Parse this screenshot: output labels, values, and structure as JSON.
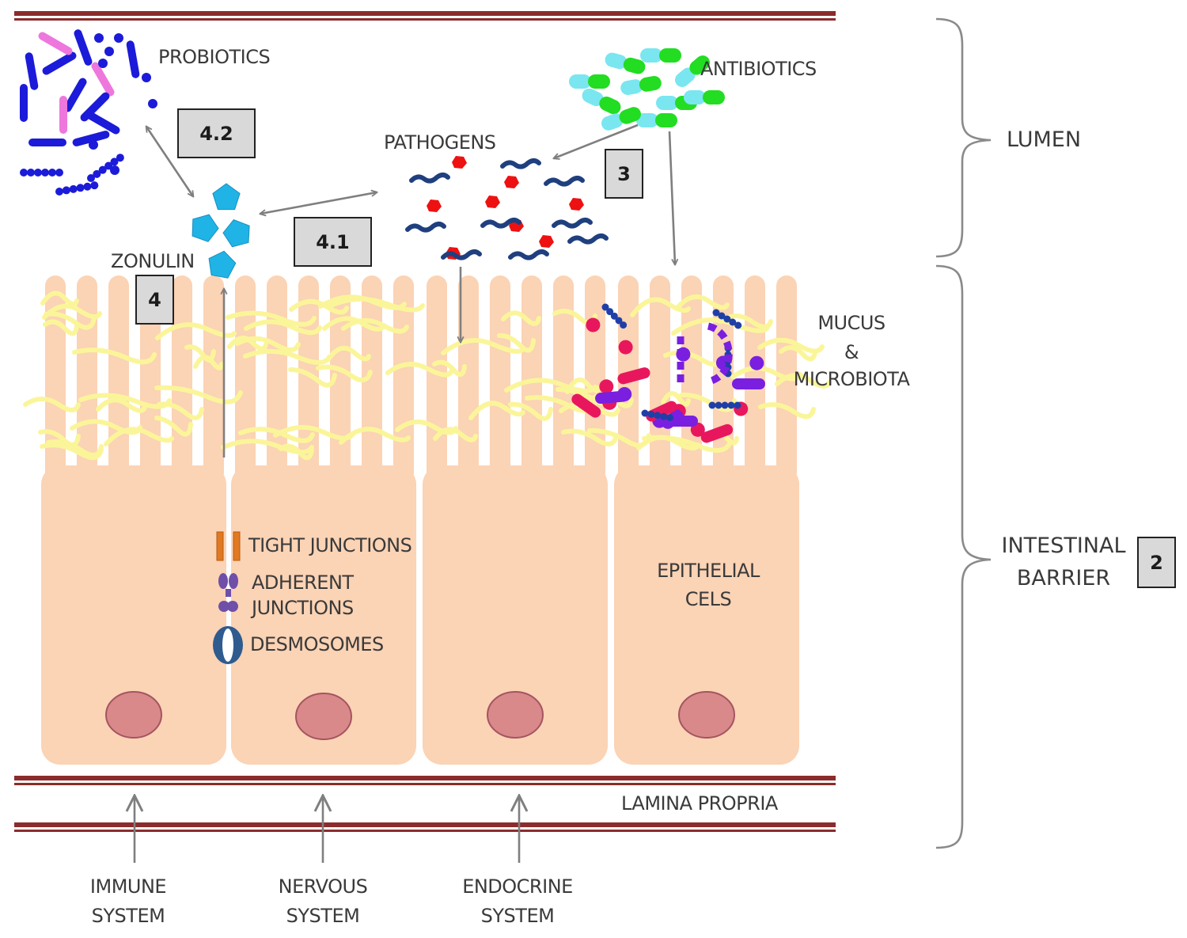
{
  "labels": {
    "probiotics": "PROBIOTICS",
    "antibiotics": "ANTIBIOTICS",
    "pathogens": "PATHOGENS",
    "zonulin": "ZONULIN",
    "lumen": "LUMEN",
    "mucus_line1": "MUCUS",
    "mucus_line2": "&",
    "mucus_line3": "MICROBIOTA",
    "tight_junctions": "TIGHT JUNCTIONS",
    "adherent_line1": "ADHERENT",
    "adherent_line2": "JUNCTIONS",
    "desmosomes": "DESMOSOMES",
    "epithelial_line1": "EPITHELIAL",
    "epithelial_line2": "CELS",
    "intestinal_line1": "INTESTINAL",
    "intestinal_line2": "BARRIER",
    "lamina_propria": "LAMINA PROPRIA",
    "immune_line1": "IMMUNE",
    "immune_line2": "SYSTEM",
    "nervous_line1": "NERVOUS",
    "nervous_line2": "SYSTEM",
    "endocrine_line1": "ENDOCRINE",
    "endocrine_line2": "SYSTEM"
  },
  "boxes": {
    "b42": "4.2",
    "b41": "4.1",
    "b4": "4",
    "b3": "3",
    "b2": "2"
  },
  "colors": {
    "cell": "#fbd3b5",
    "nucleus": "#d9898a",
    "membrane": "#8b2c2c",
    "mucus": "#fbf59a",
    "zonulin": "#1fb4e5",
    "arrow": "#7f7f7f",
    "probiotic_blue": "#1b1bd9",
    "probiotic_pink": "#ee77dd",
    "antibiotic_green": "#22dd22",
    "antibiotic_cyan": "#7ae6f0",
    "pathogen_red": "#ee1111",
    "pathogen_navy": "#1f3f7f",
    "microbiota_pink": "#e8175d",
    "microbiota_purple": "#7a1fe0"
  },
  "icons": [
    "tight-junction-icon",
    "adherent-junction-icon",
    "desmosome-icon",
    "zonulin-icon"
  ]
}
